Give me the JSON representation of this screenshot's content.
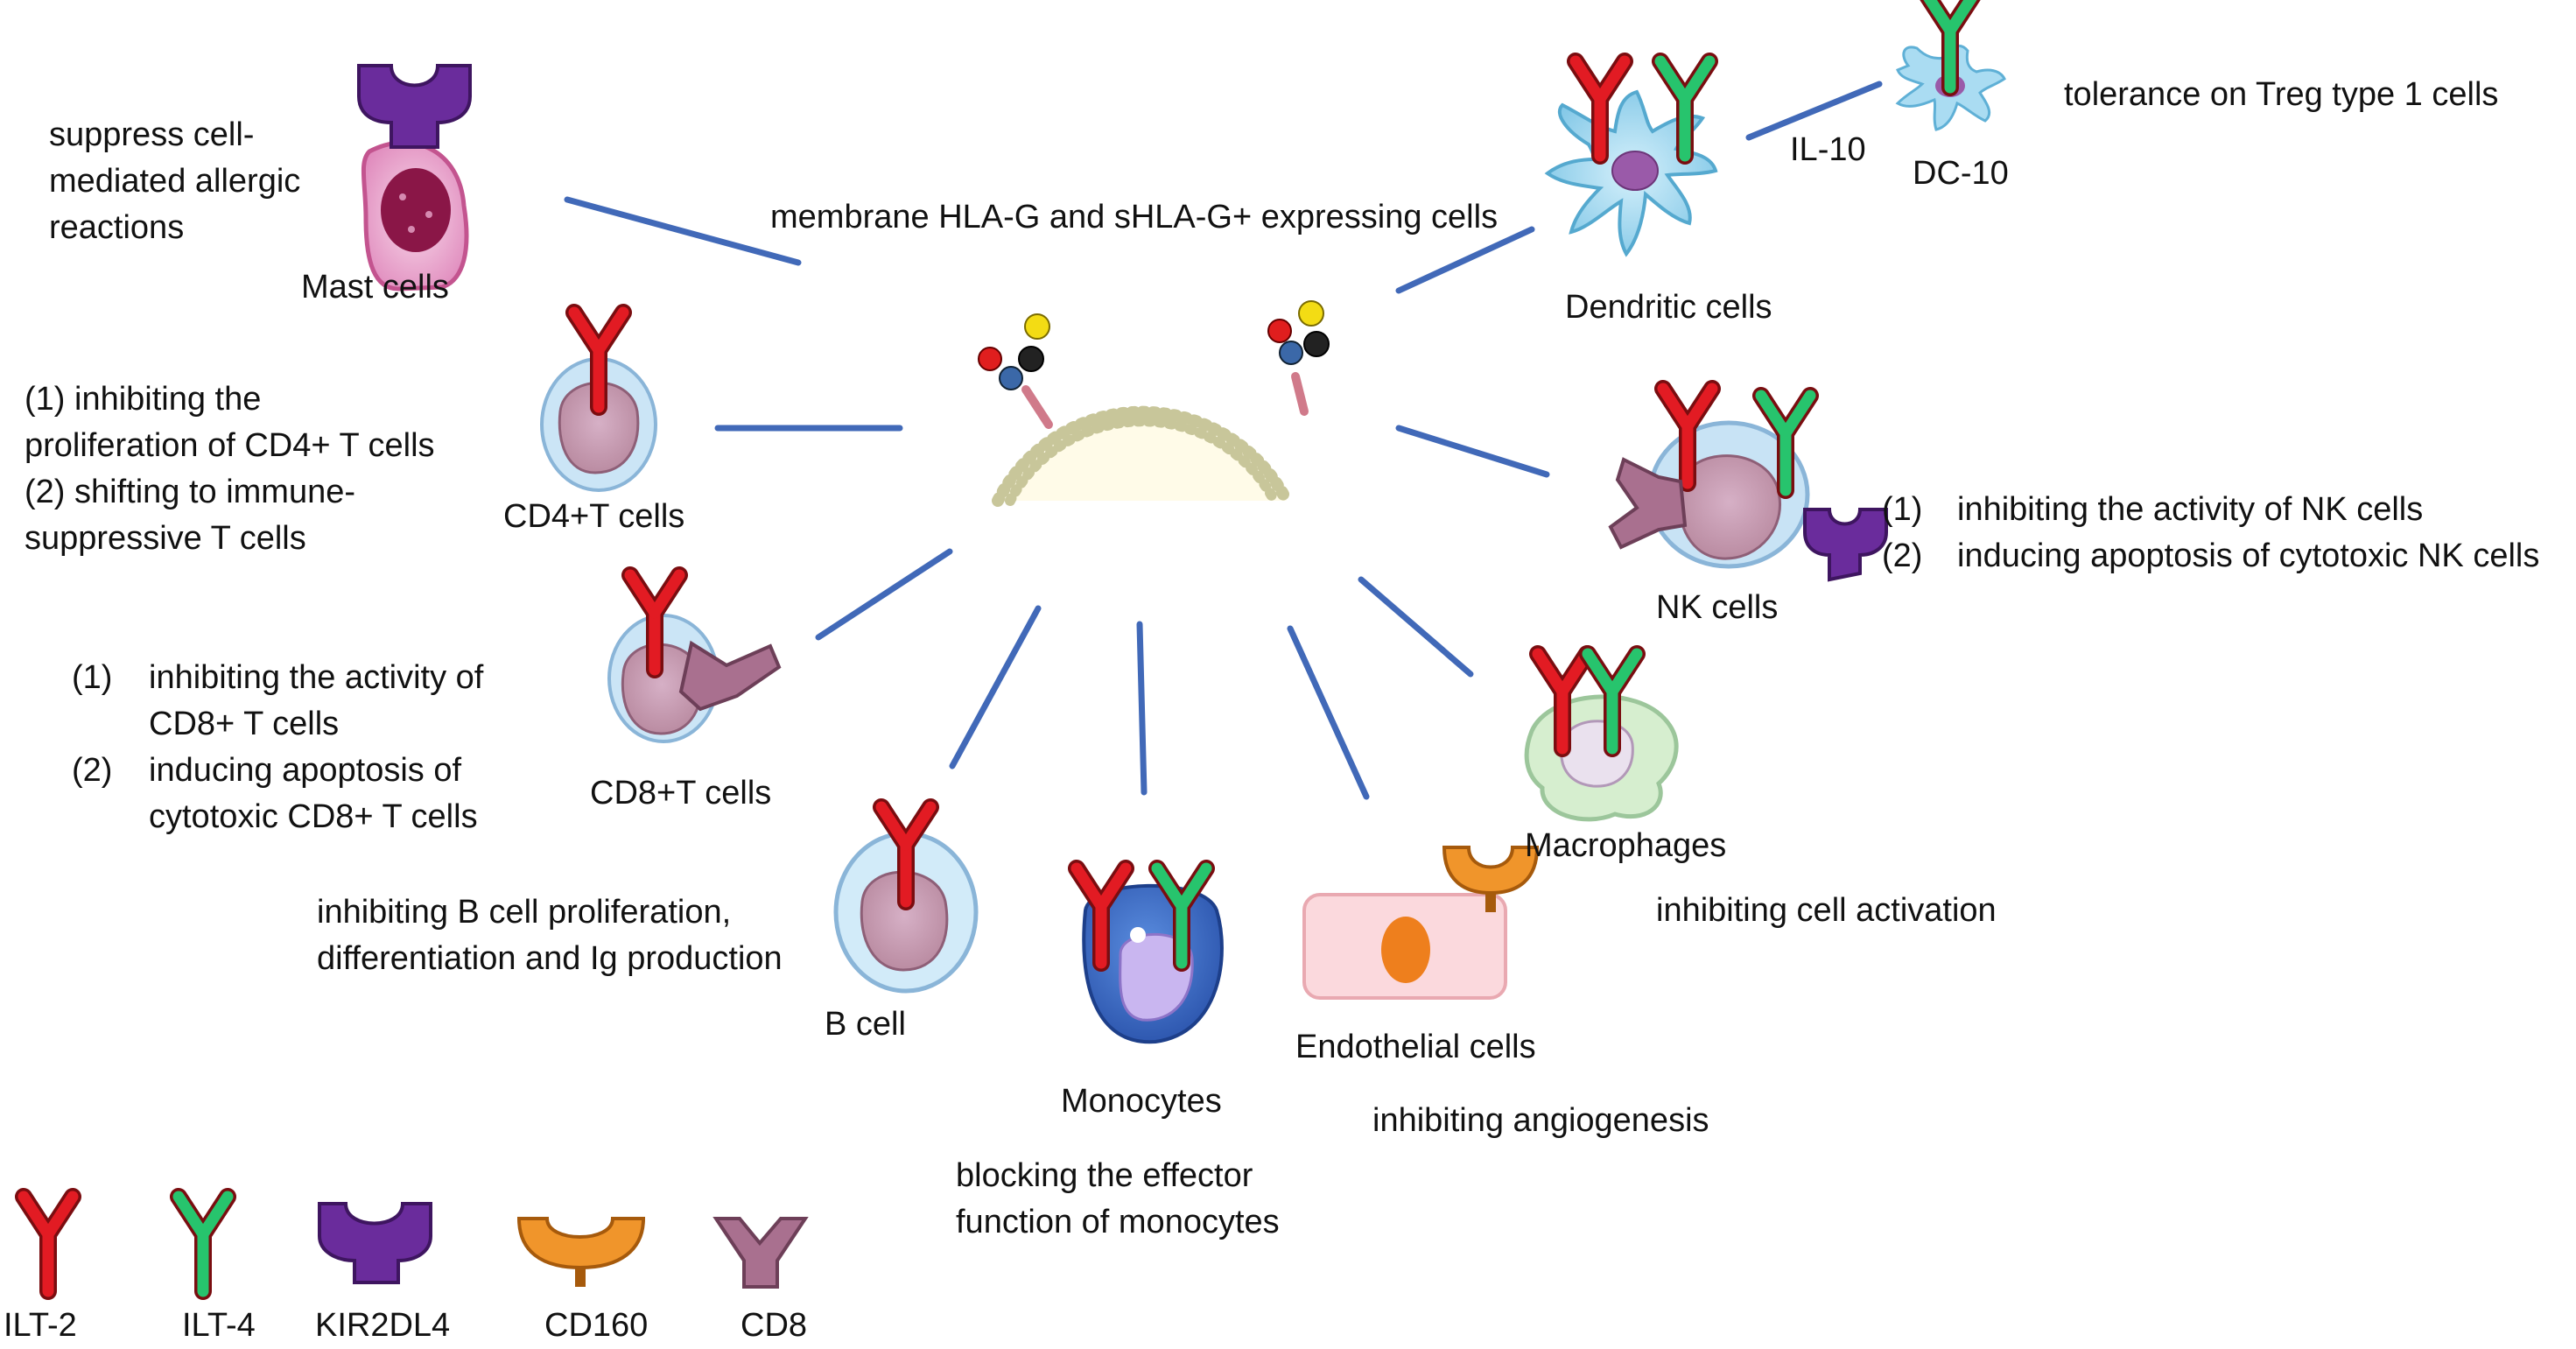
{
  "center": {
    "caption": "membrane HLA-G and sHLA-G+ expressing cells"
  },
  "cells": {
    "mast": {
      "label": "Mast cells",
      "effect": [
        "suppress cell-",
        "mediated allergic",
        "reactions"
      ]
    },
    "cd4": {
      "label": "CD4+T cells",
      "effect": [
        "(1) inhibiting the",
        "proliferation of CD4+ T cells",
        "(2) shifting to immune-",
        "suppressive T cells"
      ]
    },
    "cd8": {
      "label": "CD8+T cells",
      "effect_items": [
        {
          "num": "(1)",
          "lines": [
            "inhibiting the activity of",
            "CD8+ T cells"
          ]
        },
        {
          "num": "(2)",
          "lines": [
            "inducing apoptosis of",
            "cytotoxic CD8+ T cells"
          ]
        }
      ]
    },
    "bcell": {
      "label": "B cell",
      "effect": [
        "inhibiting B cell proliferation,",
        "differentiation and Ig production"
      ]
    },
    "monocytes": {
      "label": "Monocytes",
      "effect": [
        "blocking the effector",
        "function of monocytes"
      ]
    },
    "endothelial": {
      "label": "Endothelial cells",
      "effect": [
        "inhibiting angiogenesis"
      ]
    },
    "macrophages": {
      "label": "Macrophages",
      "effect": [
        "inhibiting cell activation"
      ]
    },
    "nk": {
      "label": "NK cells",
      "effect_items": [
        {
          "num": "(1)",
          "lines": [
            "inhibiting the activity of NK cells"
          ]
        },
        {
          "num": "(2)",
          "lines": [
            "inducing apoptosis of cytotoxic NK cells"
          ]
        }
      ]
    },
    "dendritic": {
      "label": "Dendritic cells",
      "link_label": "IL-10",
      "dc10_label": "DC-10",
      "effect": [
        "tolerance on Treg type 1 cells"
      ]
    }
  },
  "legend": [
    {
      "label": "ILT-2",
      "color": "#e21b23"
    },
    {
      "label": "ILT-4",
      "color": "#27c46d"
    },
    {
      "label": "KIR2DL4",
      "color": "#6a2c9c"
    },
    {
      "label": "CD160",
      "color": "#f0952b"
    },
    {
      "label": "CD8",
      "color": "#a9708f"
    }
  ],
  "colors": {
    "line": "#4169b8",
    "membrane": "#c8c69a",
    "membrane_fill": "#fffbe8"
  }
}
